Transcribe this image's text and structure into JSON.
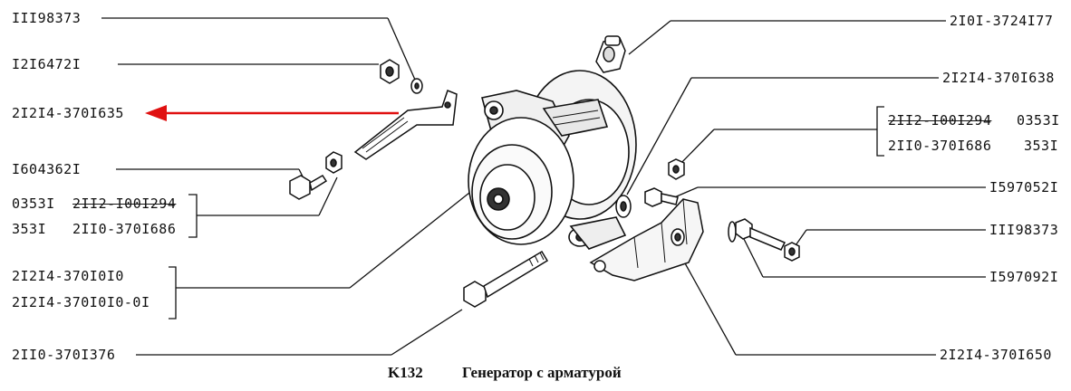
{
  "figure": {
    "code": "K132",
    "title": "Генератор с арматурой",
    "arrow_color": "#e01010"
  },
  "labels": {
    "left": {
      "l1": "III98373",
      "l2": "I2I6472I",
      "l3": "2I2I4-370I635",
      "l4": "I604362I",
      "l5a_a": "0353I",
      "l5a_b": "2II2-I00I294",
      "l5b_a": "353I",
      "l5b_b": "2II0-370I686",
      "l6a": "2I2I4-370I0I0",
      "l6b": "2I2I4-370I0I0-0I",
      "l7": "2II0-370I376"
    },
    "right": {
      "r1": "2I0I-3724I77",
      "r2": "2I2I4-370I638",
      "r3a_a": "2II2-I00I294",
      "r3a_b": "0353I",
      "r3b_a": "2II0-370I686",
      "r3b_b": "353I",
      "r4": "I597052I",
      "r5": "III98373",
      "r6": "I597092I",
      "r7": "2I2I4-370I650"
    }
  }
}
